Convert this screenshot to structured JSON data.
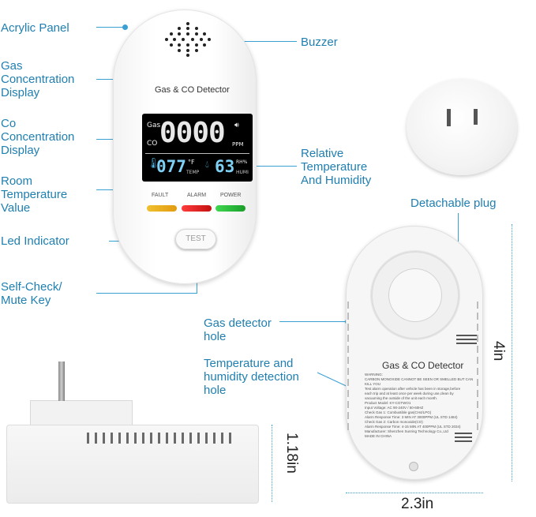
{
  "labels": {
    "acrylic_panel": "Acrylic Panel",
    "gas_display": "Gas\nConcentration\nDisplay",
    "co_display": "Co\nConcentration\nDisplay",
    "room_temp": "Room\nTemperature\nValue",
    "led": "Led Indicator",
    "self_check": "Self-Check/\nMute Key",
    "buzzer": "Buzzer",
    "rel_temp": "Relative\nTemperature\nAnd Humidity",
    "plug": "Detachable plug",
    "gas_hole": "Gas detector\nhole",
    "temp_hole": "Temperature and\nhumidity detection\nhole"
  },
  "device": {
    "title": "Gas & CO Detector",
    "lcd_gas": "Gas",
    "lcd_co": "CO",
    "lcd_digits": "0000",
    "lcd_unit": "PPM",
    "lcd_temp": "077",
    "lcd_temp_unit": "°F",
    "lcd_temp_label": "TEMP",
    "lcd_hum": "63",
    "lcd_hum_unit": "RH%",
    "lcd_hum_label": "HUMI",
    "fault": "FAULT",
    "alarm": "ALARM",
    "power": "POWER",
    "test": "TEST"
  },
  "back_label": {
    "title": "Gas & CO Detector",
    "lines": [
      "WARNING:",
      "CARBON MONOXIDE CANNOT BE SEEN OR SMELLED BUT CAN KILL YOU",
      "Test alarm operation after vehicle has been in storage,before",
      "each trip and at least once per week during use,clean by",
      "vacuuming the outside of the unit each month.",
      "Product Model: KY-CGTWO1",
      "Input Voltage: AC 90-240V / 50-60HZ",
      "Check Gas 1: Combustible gas(CH4/LPG)",
      "Alarm Response Time: 3 MIN AT 3000PPM  (UL STD 1484)",
      "Check Gas 2: Carbon monoxide(CO)",
      "Alarm Response Time: 4-15 MIN AT 400PPM  (UL STD 2034)",
      "Manufacturer: Shenzhen Sunring Technology Co.,Ltd",
      "MADE IN CHINA"
    ]
  },
  "dimensions": {
    "height": "4in",
    "width": "2.3in",
    "depth": "1.18in"
  },
  "colors": {
    "label_blue": "#1f7fb0",
    "led_fault": "#e8b21a",
    "led_alarm": "#e02a2a",
    "led_power": "#2bbf3a"
  }
}
